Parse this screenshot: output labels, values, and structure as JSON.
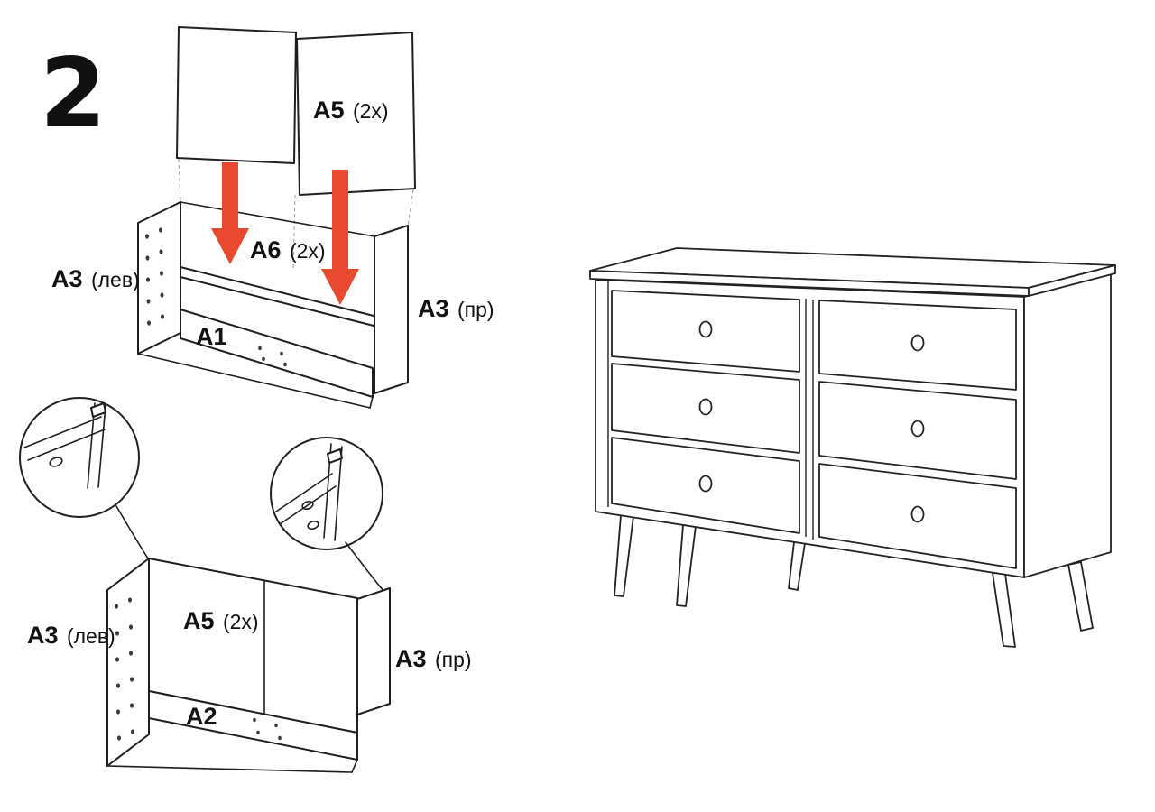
{
  "step_number": "2",
  "colors": {
    "arrow_red": "#e8492f",
    "line_dark": "#1f1f1f",
    "background": "#ffffff"
  },
  "top_assembly": {
    "back_panel_label_bold": "A5",
    "back_panel_label_qty": "(2x)",
    "rail_label_bold": "A6",
    "rail_label_qty": "(2x)",
    "left_panel_label_bold": "A3",
    "left_panel_label_side": "(лев)",
    "right_panel_label_bold": "A3",
    "right_panel_label_side": "(пр)",
    "bottom_panel_label": "A1"
  },
  "bottom_assembly": {
    "back_panel_label_bold": "A5",
    "back_panel_label_qty": "(2x)",
    "left_panel_label_bold": "A3",
    "left_panel_label_side": "(лев)",
    "right_panel_label_bold": "A3",
    "right_panel_label_side": "(пр)",
    "bottom_panel_label": "A2"
  },
  "result_view": {
    "drawer_columns": 2,
    "drawer_rows": 3,
    "knob_count": 6,
    "leg_count": 5
  }
}
